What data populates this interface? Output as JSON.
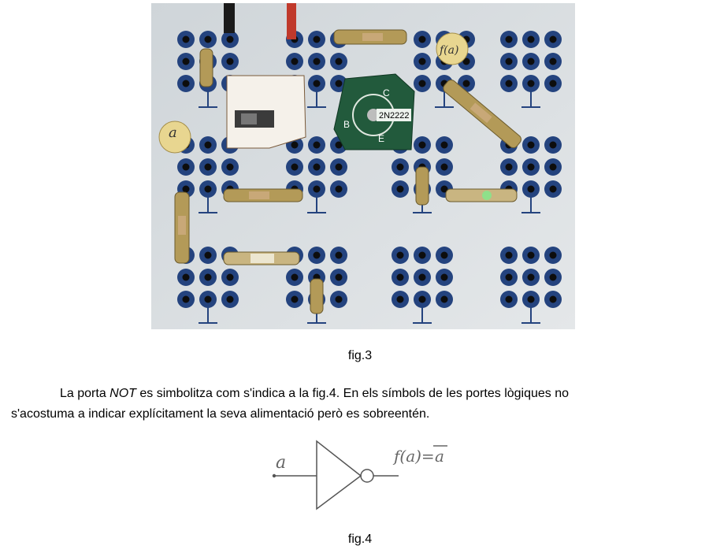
{
  "figure3": {
    "caption": "fig.3",
    "photo": {
      "transistor_label": "2N2222",
      "pin_labels": [
        "C",
        "B",
        "E"
      ],
      "input_tag": "a",
      "output_tag": "f(a)"
    }
  },
  "paragraph": {
    "text_before": "La porta ",
    "emphasis": "NOT",
    "text_after_line1": " es simbolitza com s'indica a la fig.4. En els símbols de les portes lògiques no",
    "text_line2": "s'acostuma a indicar explícitament la seva alimentació però es sobreentén."
  },
  "figure4": {
    "caption": "fig.4",
    "input_label": "a",
    "output_label": "f(a)=",
    "output_negated": "a"
  }
}
